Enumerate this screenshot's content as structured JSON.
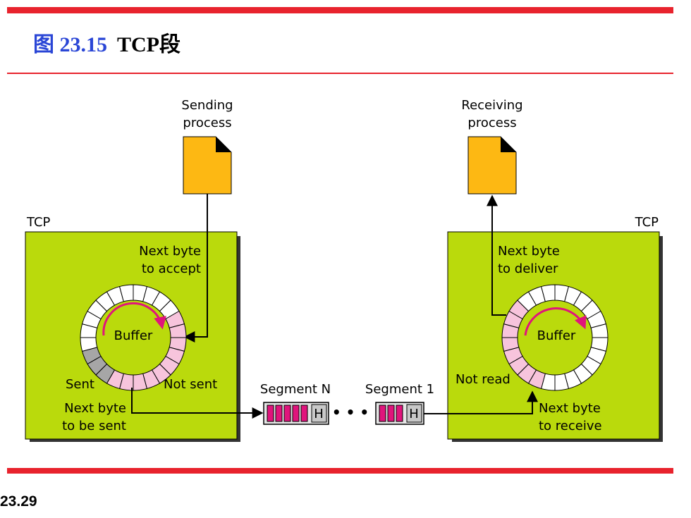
{
  "title": {
    "figure_number": "图 23.15",
    "name": "TCP段"
  },
  "page_number": "23.29",
  "sender": {
    "process_label_line1": "Sending",
    "process_label_line2": "process",
    "tcp_label": "TCP",
    "next_byte_accept_line1": "Next byte",
    "next_byte_accept_line2": "to accept",
    "buffer_label": "Buffer",
    "sent_label": "Sent",
    "not_sent_label": "Not sent",
    "next_byte_sent_line1": "Next byte",
    "next_byte_sent_line2": "to be sent"
  },
  "receiver": {
    "process_label_line1": "Receiving",
    "process_label_line2": "process",
    "tcp_label": "TCP",
    "next_byte_deliver_line1": "Next byte",
    "next_byte_deliver_line2": "to deliver",
    "buffer_label": "Buffer",
    "not_read_label": "Not read",
    "next_byte_receive_line1": "Next byte",
    "next_byte_receive_line2": "to receive"
  },
  "segments": {
    "segment_n_label": "Segment N",
    "segment_1_label": "Segment 1",
    "header_label": "H",
    "ellipsis": "• • •"
  },
  "colors": {
    "accent_red": "#e8232d",
    "title_blue": "#2a46d6",
    "tcp_box": "#bada0c",
    "document": "#fdb813",
    "pink": "#f7c4dc",
    "magenta": "#e0147c",
    "gray": "#a6a6a6"
  }
}
